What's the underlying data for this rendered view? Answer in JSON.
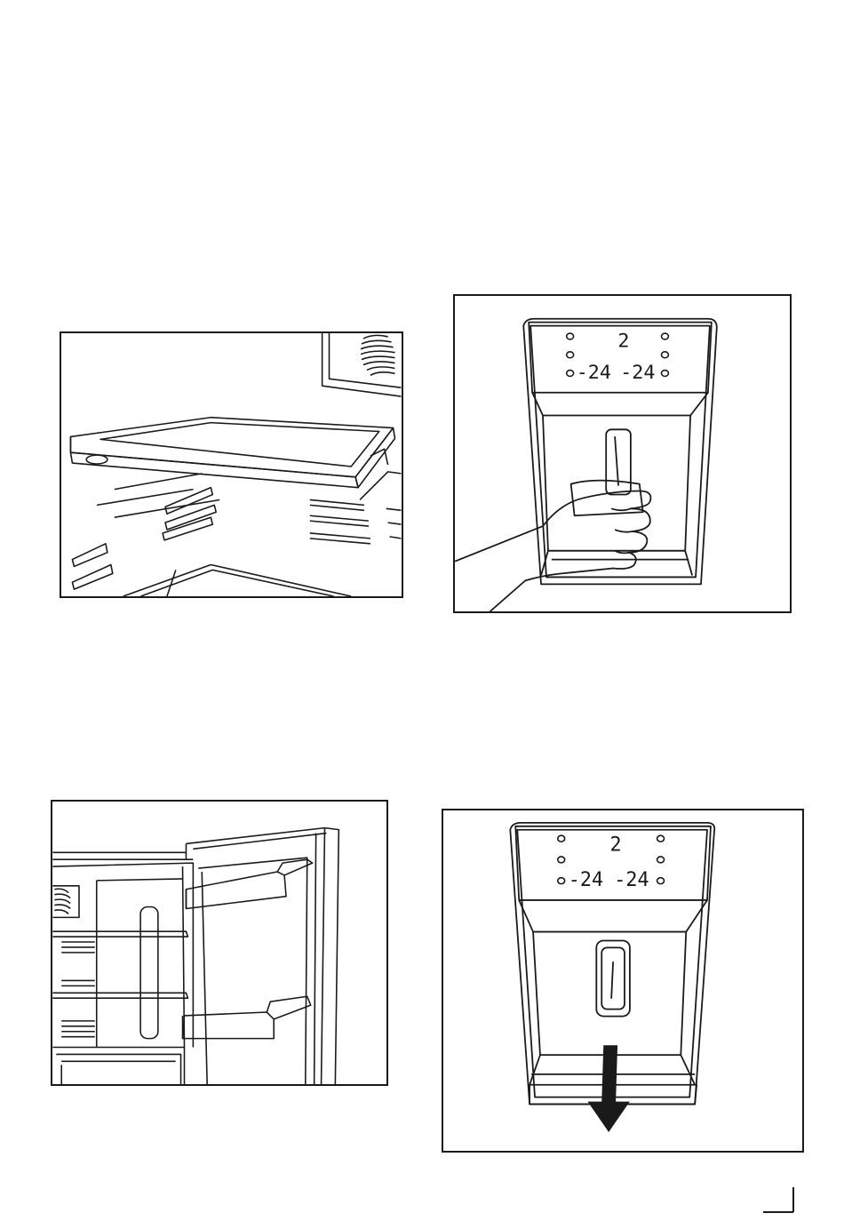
{
  "panels": {
    "dispenser_top": {
      "display": {
        "fridge_temp": "2",
        "freezer_left": "-24",
        "freezer_right": "-24"
      }
    },
    "dispenser_bottom": {
      "display": {
        "fridge_temp": "2",
        "freezer_left": "-24",
        "freezer_right": "-24"
      }
    }
  },
  "icons": {
    "arrow": "down-arrow-icon",
    "corner": "page-corner-mark"
  },
  "colors": {
    "ink": "#1a1a1a",
    "paper": "#ffffff"
  }
}
